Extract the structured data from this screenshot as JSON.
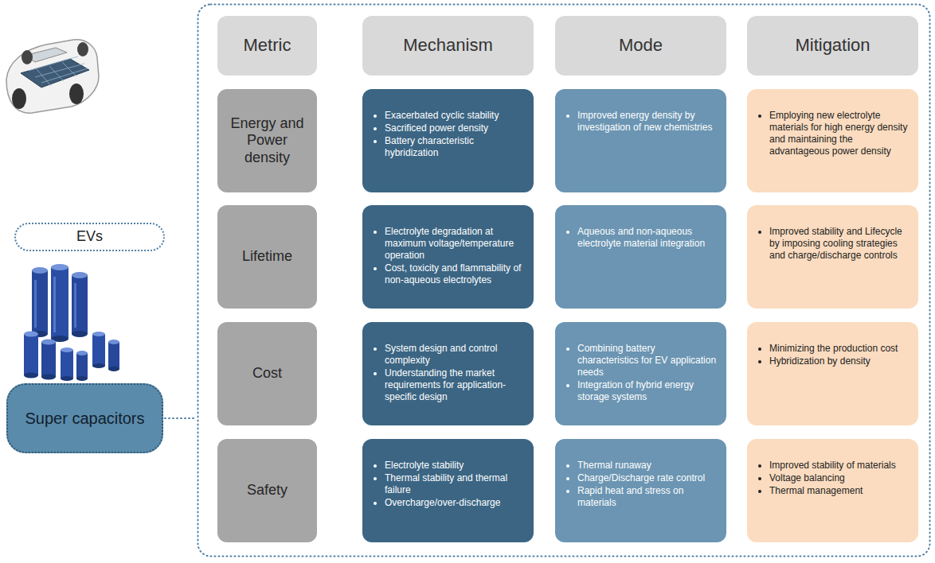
{
  "diagram": {
    "nodes": [
      {
        "text": [
          "EVs"
        ]
      },
      {
        "text": [
          "Super capacitors"
        ]
      },
      {
        "text": [
          "Metric"
        ]
      },
      {
        "text": [
          "Mechanism"
        ]
      },
      {
        "text": [
          "Mode"
        ]
      },
      {
        "text": [
          "Mitigation"
        ]
      },
      {
        "text": [
          "Energy and Power density"
        ]
      },
      {
        "text": [
          "Exacerbated cyclic stability",
          "Sacrificed power density",
          "Battery characteristic hybridization"
        ]
      },
      {
        "text": [
          "Improved energy density by investigation of new chemistries"
        ]
      },
      {
        "text": [
          "Employing new electrolyte materials for high energy density and maintaining the advantageous power density"
        ]
      },
      {
        "text": [
          "Lifetime"
        ]
      },
      {
        "text": [
          "Electrolyte degradation at maximum voltage/temperature operation",
          "Cost, toxicity and flammability of non-aqueous electrolytes"
        ]
      },
      {
        "text": [
          "Aqueous and non-aqueous electrolyte material integration"
        ]
      },
      {
        "text": [
          "Improved stability and Lifecycle by imposing cooling strategies and charge/discharge controls"
        ]
      },
      {
        "text": [
          "Cost"
        ]
      },
      {
        "text": [
          "System design and control complexity",
          "Understanding the market requirements for application-specific design"
        ]
      },
      {
        "text": [
          "Combining battery characteristics for EV application needs",
          "Integration of hybrid energy storage systems"
        ]
      },
      {
        "text": [
          "Minimizing the production cost",
          "Hybridization by density"
        ]
      },
      {
        "text": [
          "Safety"
        ]
      },
      {
        "text": [
          "Electrolyte stability",
          "Thermal stability and thermal failure",
          "Overcharge/over-discharge"
        ]
      },
      {
        "text": [
          "Thermal runaway",
          "Charge/Discharge rate control",
          "Rapid heat and stress on materials"
        ]
      },
      {
        "text": [
          "Improved stability of materials",
          "Voltage balancing",
          "Thermal management"
        ]
      }
    ]
  }
}
